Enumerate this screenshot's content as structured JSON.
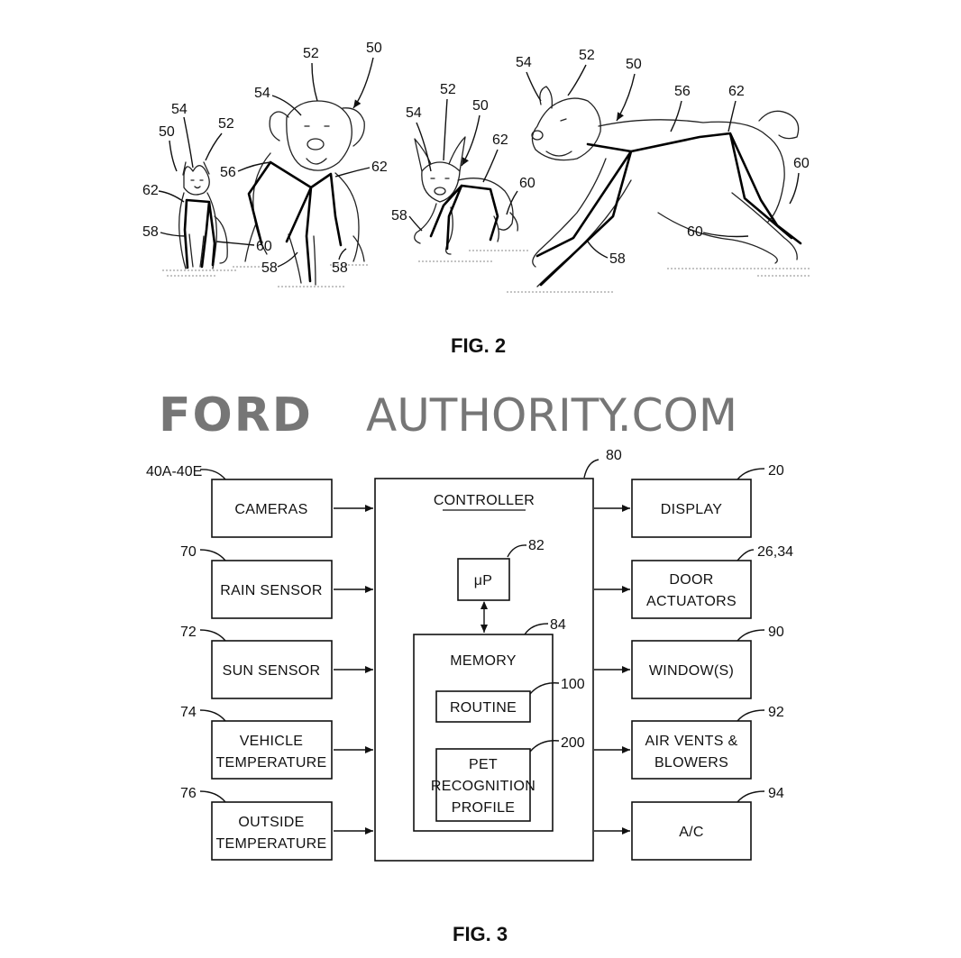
{
  "figure2": {
    "caption": "FIG. 2",
    "refs": {
      "animal": "50",
      "head": "52",
      "face": "54",
      "body": "56",
      "leg": "58",
      "hind_leg": "60",
      "skeleton": "62"
    }
  },
  "watermark": {
    "brand": "FORD",
    "site": "AUTHORITY.COM"
  },
  "figure3": {
    "caption": "FIG. 3",
    "controller": {
      "label": "CONTROLLER",
      "ref": "80",
      "microprocessor": {
        "label": "μP",
        "ref": "82"
      },
      "memory": {
        "label": "MEMORY",
        "ref": "84",
        "routine": {
          "label": "ROUTINE",
          "ref": "100"
        },
        "profile": {
          "line1": "PET",
          "line2": "RECOGNITION",
          "line3": "PROFILE",
          "ref": "200"
        }
      }
    },
    "inputs": [
      {
        "line1": "CAMERAS",
        "line2": "",
        "ref": "40A-40E"
      },
      {
        "line1": "RAIN SENSOR",
        "line2": "",
        "ref": "70"
      },
      {
        "line1": "SUN SENSOR",
        "line2": "",
        "ref": "72"
      },
      {
        "line1": "VEHICLE",
        "line2": "TEMPERATURE",
        "ref": "74"
      },
      {
        "line1": "OUTSIDE",
        "line2": "TEMPERATURE",
        "ref": "76"
      }
    ],
    "outputs": [
      {
        "line1": "DISPLAY",
        "line2": "",
        "ref": "20"
      },
      {
        "line1": "DOOR",
        "line2": "ACTUATORS",
        "ref": "26,34"
      },
      {
        "line1": "WINDOW(S)",
        "line2": "",
        "ref": "90"
      },
      {
        "line1": "AIR VENTS &",
        "line2": "BLOWERS",
        "ref": "92"
      },
      {
        "line1": "A/C",
        "line2": "",
        "ref": "94"
      }
    ]
  }
}
